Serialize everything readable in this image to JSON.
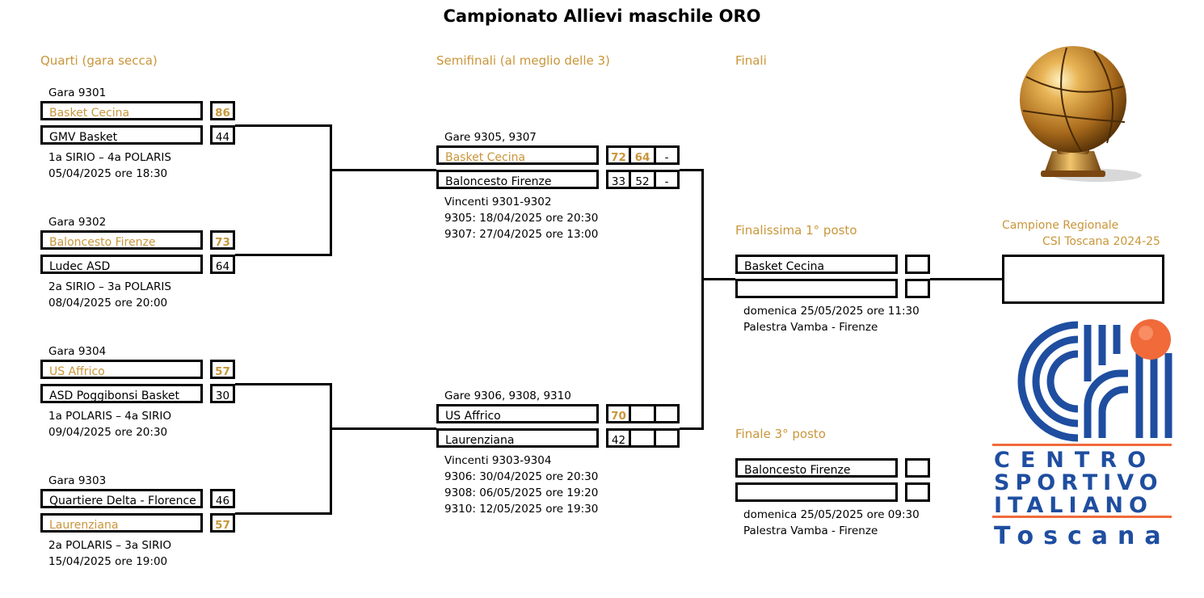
{
  "title": "Campionato Allievi maschile ORO",
  "headers": {
    "quarti": "Quarti (gara secca)",
    "semifinali": "Semifinali (al meglio delle 3)",
    "finali": "Finali",
    "finalissima": "Finalissima 1° posto",
    "finale3": "Finale 3° posto"
  },
  "quarti": [
    {
      "gara": "Gara 9301",
      "team1": "Basket Cecina",
      "score1": "86",
      "team2": "GMV Basket",
      "score2": "44",
      "info1": "1a SIRIO – 4a POLARIS",
      "info2": "05/04/2025 ore 18:30"
    },
    {
      "gara": "Gara 9302",
      "team1": "Baloncesto Firenze",
      "score1": "73",
      "team2": "Ludec ASD",
      "score2": "64",
      "info1": "2a SIRIO – 3a POLARIS",
      "info2": "08/04/2025 ore 20:00"
    },
    {
      "gara": "Gara 9304",
      "team1": "US Affrico",
      "score1": "57",
      "team2": "ASD Poggibonsi Basket",
      "score2": "30",
      "info1": "1a POLARIS – 4a SIRIO",
      "info2": "09/04/2025 ore 20:30"
    },
    {
      "gara": "Gara 9303",
      "team1": "Quartiere Delta - Florence",
      "score1": "46",
      "team2": "Laurenziana",
      "score2": "57",
      "info1": "2a POLARIS – 3a SIRIO",
      "info2": "15/04/2025 ore 19:00"
    }
  ],
  "semi": [
    {
      "gara": "Gare 9305, 9307",
      "team1": "Basket Cecina",
      "team2": "Baloncesto Firenze",
      "s1": [
        "72",
        "64",
        "-"
      ],
      "s2": [
        "33",
        "52",
        "-"
      ],
      "info": [
        "Vincenti 9301-9302",
        "9305: 18/04/2025 ore 20:30",
        "9307: 27/04/2025 ore 13:00"
      ]
    },
    {
      "gara": "Gare 9306, 9308, 9310",
      "team1": "US Affrico",
      "team2": "Laurenziana",
      "s1": [
        "70",
        "",
        ""
      ],
      "s2": [
        "42",
        "",
        ""
      ],
      "info": [
        "Vincenti 9303-9304",
        "9306: 30/04/2025 ore 20:30",
        "9308: 06/05/2025 ore 19:20",
        "9310: 12/05/2025 ore 19:30"
      ]
    }
  ],
  "finale1": {
    "team1": "Basket Cecina",
    "team2": "",
    "info1": "domenica 25/05/2025 ore 11:30",
    "info2": "Palestra Vamba - Firenze"
  },
  "finale3": {
    "team1": "Baloncesto Firenze",
    "team2": "",
    "info1": "domenica 25/05/2025 ore 09:30",
    "info2": "Palestra Vamba - Firenze"
  },
  "campione": {
    "line1": "Campione Regionale",
    "line2": "CSI Toscana 2024-25",
    "winner": ""
  },
  "logo": {
    "line1": "CENTRO",
    "line2": "SPORTIVO",
    "line3": "ITALIANO",
    "line4": "Toscana"
  },
  "icons": {
    "trophy": "golden-basketball-trophy-icon",
    "logo": "csi-logo-icon"
  },
  "colors": {
    "accent": "#c9963a",
    "logo_blue": "#1f4ea0",
    "ball_orange": "#f06a3a"
  }
}
